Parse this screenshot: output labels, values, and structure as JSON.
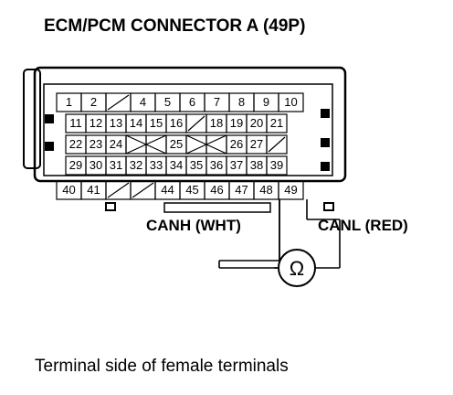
{
  "title": "ECM/PCM CONNECTOR A (49P)",
  "caption": "Terminal side of female terminals",
  "wires": {
    "canh": "CANH (WHT)",
    "canl": "CANL (RED)",
    "meter_symbol": "Ω"
  },
  "rows": [
    [
      "1",
      "2",
      "/",
      "4",
      "5",
      "6",
      "7",
      "8",
      "9",
      "10"
    ],
    [
      "11",
      "12",
      "13",
      "14",
      "15",
      "16",
      "/",
      "18",
      "19",
      "20",
      "21"
    ],
    [
      "22",
      "23",
      "24",
      "X",
      "",
      "25",
      "X",
      "",
      "26",
      "27",
      "/"
    ],
    [
      "29",
      "30",
      "31",
      "32",
      "33",
      "34",
      "35",
      "36",
      "37",
      "38",
      "39"
    ],
    [
      "40",
      "41",
      "/",
      "/",
      "44",
      "45",
      "46",
      "47",
      "48",
      "49"
    ]
  ]
}
